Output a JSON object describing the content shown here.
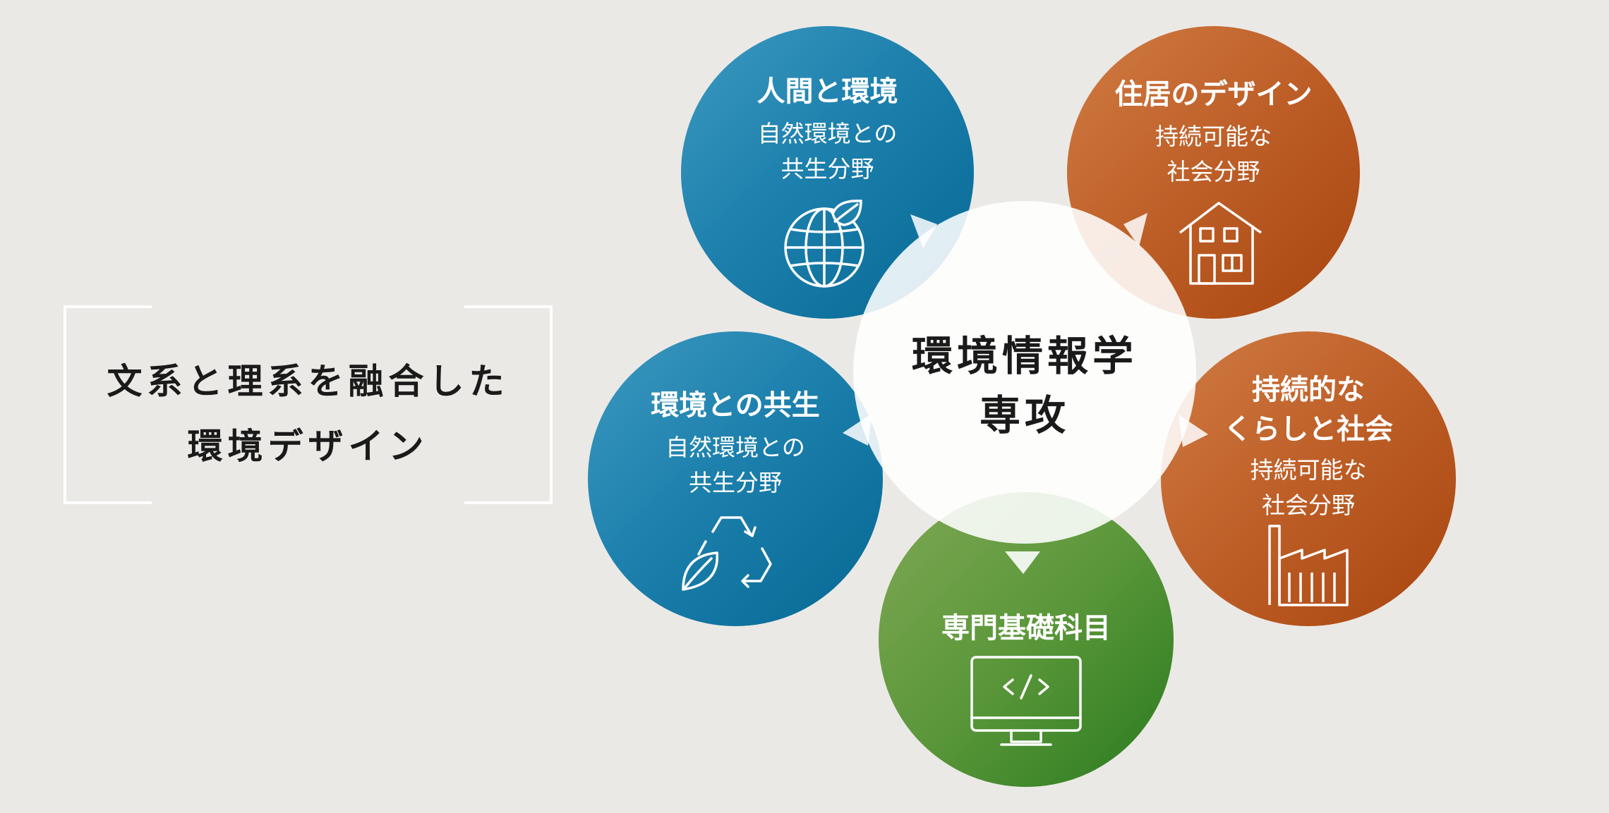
{
  "intro": {
    "line1": "文系と理系を融合した",
    "line2": "環境デザイン"
  },
  "center": {
    "line1": "環境情報学",
    "line2": "専攻"
  },
  "nodes": {
    "human_env": {
      "title": "人間と環境",
      "sub1": "自然環境との",
      "sub2": "共生分野",
      "icon": "globe-leaf-icon",
      "color": "#1d80ad"
    },
    "housing": {
      "title": "住居のデザイン",
      "sub1": "持続可能な",
      "sub2": "社会分野",
      "icon": "house-icon",
      "color": "#bd5e27"
    },
    "coexist": {
      "title": "環境との共生",
      "sub1": "自然環境との",
      "sub2": "共生分野",
      "icon": "recycle-leaf-icon",
      "color": "#1d80ad"
    },
    "sustainable": {
      "title1": "持続的な",
      "title2": "くらしと社会",
      "sub1": "持続可能な",
      "sub2": "社会分野",
      "icon": "factory-icon",
      "color": "#bd5e27"
    },
    "basics": {
      "title": "専門基礎科目",
      "icon": "monitor-code-icon",
      "color": "#5b973a"
    }
  }
}
